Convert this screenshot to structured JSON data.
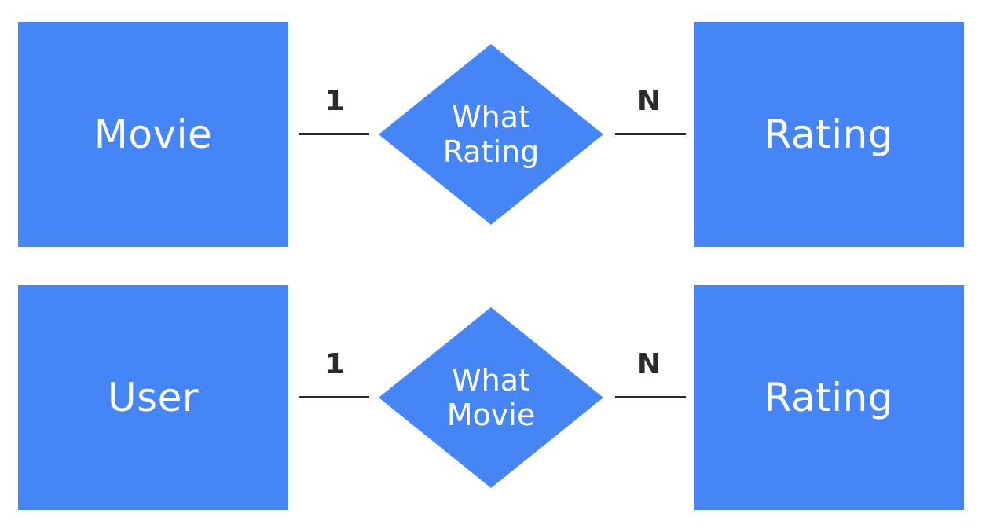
{
  "diagram": {
    "row1": {
      "left_entity": "Movie",
      "relationship_line1": "What",
      "relationship_line2": "Rating",
      "right_entity": "Rating",
      "left_cardinality": "1",
      "right_cardinality": "N"
    },
    "row2": {
      "left_entity": "User",
      "relationship_line1": "What",
      "relationship_line2": "Movie",
      "right_entity": "Rating",
      "left_cardinality": "1",
      "right_cardinality": "N"
    },
    "colors": {
      "shape_fill": "#4585f5",
      "line": "#2b2b2b",
      "text_on_shape": "#ffffff"
    }
  }
}
